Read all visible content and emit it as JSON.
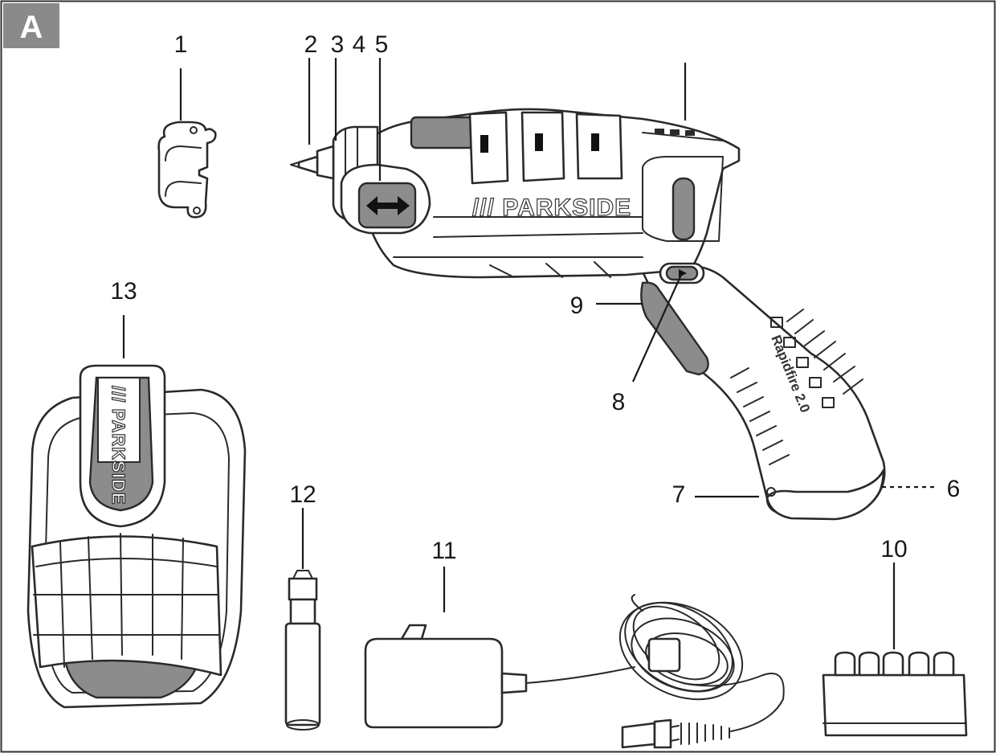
{
  "panel_letter": "A",
  "brand_text": "/// PARKSIDE",
  "holster_brand_text": "/// PARKSIDE",
  "model_text": "Rapidfire 2.0",
  "part_labels": {
    "p1": "1",
    "p2": "2",
    "p3": "3",
    "p4": "4",
    "p5": "5",
    "p6": "6",
    "p7": "7",
    "p8": "8",
    "p9": "9",
    "p10": "10",
    "p11": "11",
    "p12": "12",
    "p13": "13"
  },
  "colors": {
    "line": "#2a2a2a",
    "grey_fill": "#8c8c8c",
    "panel_badge": "#8a8a8a"
  }
}
